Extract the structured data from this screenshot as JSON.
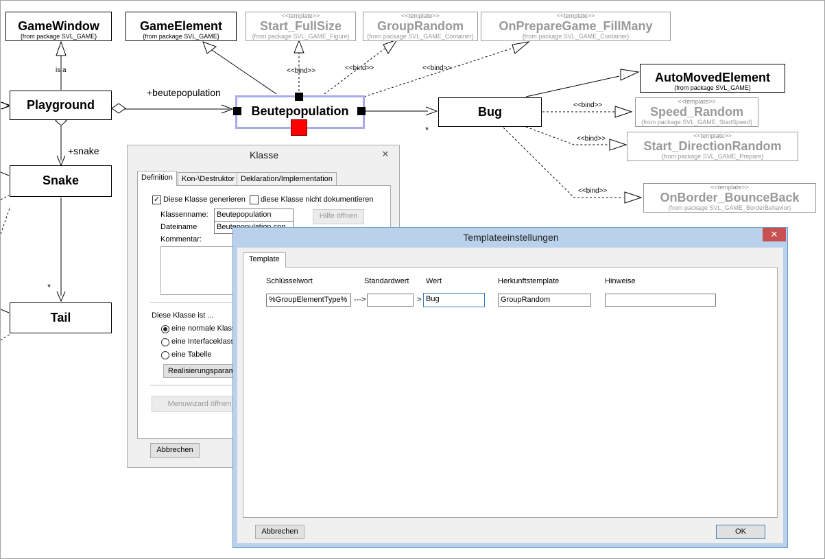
{
  "diagram": {
    "classes": {
      "gamewindow": {
        "name": "GameWindow",
        "package": "{from package SVL_GAME}"
      },
      "gameelement": {
        "name": "GameElement",
        "package": "{from package SVL_GAME}"
      },
      "start_fullsize": {
        "stereotype": "<<template>>",
        "name": "Start_FullSize",
        "package": "{from package SVL_GAME_Figure}"
      },
      "grouprandom": {
        "stereotype": "<<template>>",
        "name": "GroupRandom",
        "package": "{from package SVL_GAME_Container}"
      },
      "onpreparegame": {
        "stereotype": "<<template>>",
        "name": "OnPrepareGame_FillMany",
        "package": "{from package SVL_GAME_Container}"
      },
      "playground": {
        "name": "Playground"
      },
      "beutepopulation": {
        "name": "Beutepopulation"
      },
      "bug": {
        "name": "Bug"
      },
      "automovedelement": {
        "name": "AutoMovedElement",
        "package": "{from package SVL_GAME}"
      },
      "speed_random": {
        "stereotype": "<<template>>",
        "name": "Speed_Random",
        "package": "{from package SVL_GAME_StartSpeed}"
      },
      "start_directionrandom": {
        "stereotype": "<<template>>",
        "name": "Start_DirectionRandom",
        "package": "{from package SVL_GAME_Prepare}"
      },
      "onborder_bounceback": {
        "stereotype": "<<template>>",
        "name": "OnBorder_BounceBack",
        "package": "{from package SVL_GAME_BorderBehavior}"
      },
      "snake": {
        "name": "Snake"
      },
      "tail": {
        "name": "Tail"
      }
    },
    "labels": {
      "is_a": "is a",
      "beutepopulation_role": "+beutepopulation",
      "snake_role": "+snake",
      "bind": "<<bind>>",
      "multiplicity_many": "*"
    }
  },
  "klasse_dialog": {
    "title": "Klasse",
    "close": "✕",
    "tabs": [
      "Definition",
      "Kon-\\Destruktor",
      "Deklaration/Implementation"
    ],
    "generate_checkbox": "Diese Klasse generieren",
    "generate_checked": true,
    "nodoc_checkbox": "diese Klasse nicht dokumentieren",
    "nodoc_checked": false,
    "classname_label": "Klassenname:",
    "classname_value": "Beutepopulation",
    "filename_label": "Dateiname",
    "filename_value": "Beutepopulation.cpp",
    "comment_label": "Kommentar:",
    "help_button": "Hilfe öffnen",
    "kind_label": "Diese Klasse ist ...",
    "kind_options": [
      "eine normale Klasse",
      "eine Interfaceklasse",
      "eine Tabelle"
    ],
    "kind_selected": "eine normale Klasse",
    "realization_button": "Realisierungsparameter",
    "menuwizard_button": "Menuwizard öffnen",
    "cancel_button": "Abbrechen"
  },
  "template_dialog": {
    "title": "Templateeinstellungen",
    "close": "✕",
    "tab": "Template",
    "columns": {
      "keyword": "Schlüsselwort",
      "default": "Standardwert",
      "value": "Wert",
      "origin": "Herkunftstemplate",
      "hints": "Hinweise"
    },
    "row": {
      "keyword": "%GroupElementType%",
      "arrow1": "--->",
      "default": "",
      "arrow2": ">",
      "value": "Bug",
      "origin": "GroupRandom",
      "hints": ""
    },
    "cancel_button": "Abbrechen",
    "ok_button": "OK"
  }
}
